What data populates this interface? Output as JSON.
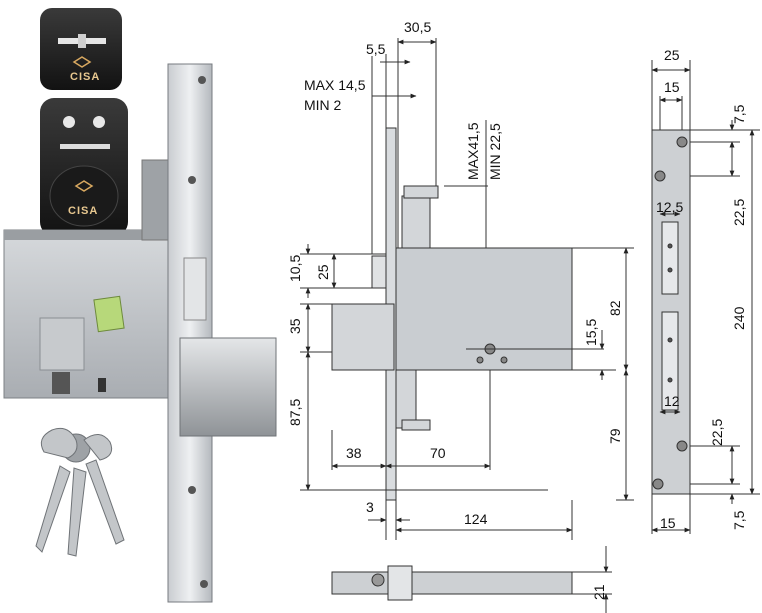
{
  "brand": "CISA",
  "front_view": {
    "dims": {
      "top_30_5": "30,5",
      "top_5_5": "5,5",
      "max_14_5": "MAX 14,5",
      "min_2": "MIN 2",
      "max_41_5": "MAX41,5",
      "min_22_5": "MIN 22,5",
      "left_10_5": "10,5",
      "left_25": "25",
      "left_35": "35",
      "left_87_5": "87,5",
      "right_82": "82",
      "right_15_5": "15,5",
      "right_79": "79",
      "bottom_38": "38",
      "bottom_70": "70",
      "bottom_3": "3",
      "bottom_124": "124"
    }
  },
  "faceplate_view": {
    "dims": {
      "top_25": "25",
      "top_15": "15",
      "top_7_5": "7,5",
      "mid_12_5": "12,5",
      "upper_22_5": "22,5",
      "total_240": "240",
      "lower_12": "12",
      "lower_22_5": "22,5",
      "bottom_15": "15",
      "bottom_7_5": "7,5"
    }
  },
  "bolt_view": {
    "dims": {
      "height_21": "21"
    }
  }
}
